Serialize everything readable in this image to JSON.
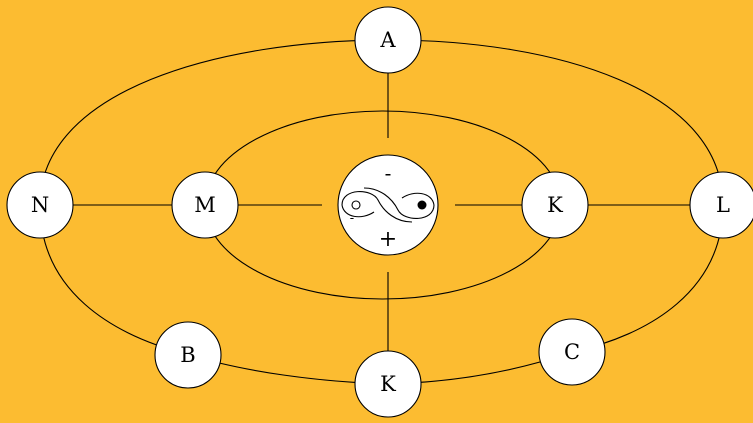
{
  "diagram": {
    "background_color": "#FCBC31",
    "nodes": {
      "top": "A",
      "outer_left": "N",
      "inner_left": "M",
      "inner_right": "K",
      "outer_right": "L",
      "bottom_left": "B",
      "bottom_center": "K",
      "bottom_right": "C"
    },
    "center_symbol": {
      "icon": "yin-yang-icon",
      "top_sign": "-",
      "bottom_sign": "+",
      "left_inner_sign": "-"
    }
  }
}
